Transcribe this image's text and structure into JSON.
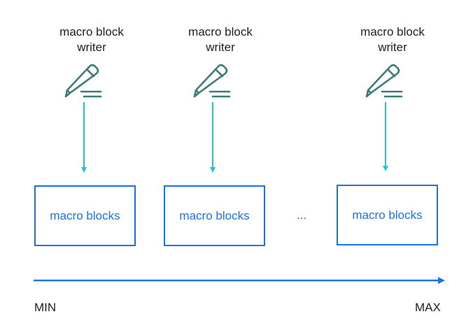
{
  "writers": [
    {
      "line1": "macro block",
      "line2": "writer",
      "icon": "pencil-icon"
    },
    {
      "line1": "macro block",
      "line2": "writer",
      "icon": "pencil-icon"
    },
    {
      "line1": "macro block",
      "line2": "writer",
      "icon": "pencil-icon"
    }
  ],
  "blocks": [
    {
      "label": "macro blocks"
    },
    {
      "label": "macro blocks"
    },
    {
      "label": "macro blocks"
    }
  ],
  "ellipsis": "...",
  "axis": {
    "min_label": "MIN",
    "max_label": "MAX"
  },
  "colors": {
    "icon": "#3d7a7a",
    "arrow": "#1fc8c8",
    "block": "#1a73e8",
    "axis": "#1a73e8",
    "text": "#1f1f1f"
  }
}
